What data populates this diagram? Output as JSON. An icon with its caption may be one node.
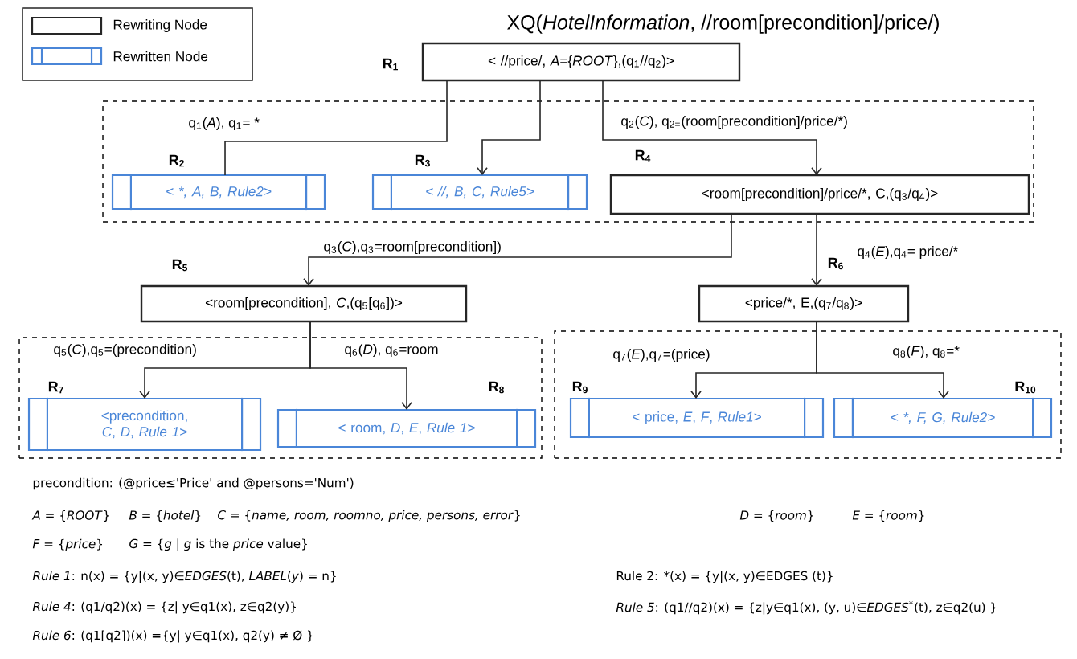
{
  "diagram": {
    "title": "XQ(*HotelInformation*, //room[precondition]/price/)",
    "nodes": [
      {
        "text": [
          "< //price/, *A*={*ROOT*},(q$_{1}$//q$_{2}$)>"
        ],
        "beside": [
          "R$_{1}$"
        ]
      },
      {
        "text": [],
        "shape": "box"
      },
      {
        "text": [
          "< *, A, B, Rule2>"
        ],
        "beside": [
          "R$_{2}$"
        ],
        "in": 1
      },
      {
        "text": [
          "< //, B, C, Rule5>"
        ],
        "beside": [
          "R$_{3}$"
        ],
        "in": 1
      },
      {
        "text": [
          "<room[precondition]/price/*, C,(q$_{3}$/q$_{4}$)>"
        ],
        "beside": [
          "R$_{4}$"
        ],
        "in": 1
      },
      {
        "text": [
          "<room[precondition], *C*,(q$_{5}$[q$_{6}$])>"
        ],
        "beside": [
          "R$_{5}$"
        ]
      },
      {
        "text": [
          "<price/*, E,(q$_{7}$/q$_{8}$)>"
        ],
        "beside": [
          "R$_{6}$"
        ]
      },
      {
        "text": [],
        "shape": "box"
      },
      {
        "text": [
          "<precondition, *C*, *D*, *Rule 1*>"
        ],
        "beside": [
          "R$_{7}$"
        ],
        "in": 7
      },
      {
        "text": [
          "< room, *D*, *E*, *Rule 1*>"
        ],
        "beside": [
          "R$_{8}$"
        ],
        "in": 7
      },
      {
        "text": [],
        "shape": "box"
      },
      {
        "text": [
          "< price, *E*, *F*, *Rule1*>"
        ],
        "beside": [
          "R$_{9}$"
        ],
        "in": 10
      },
      {
        "text": [
          "< *, F, G, Rule2>"
        ],
        "beside": [
          "R$_{10}$"
        ],
        "in": 10
      }
    ],
    "edges": [
      {
        "from": 0,
        "to": 2,
        "arrow": "none",
        "label": "q$_{1}$(*A*),  q$_{1}$= *"
      },
      {
        "from": 0,
        "to": 3,
        "arrow": "to"
      },
      {
        "from": 0,
        "to": 4,
        "arrow": "to",
        "label": "q$_{2}$(*C*), q$_{2=}$(room[precondition]/price/*)"
      },
      {
        "from": 4,
        "to": 5,
        "arrow": "to",
        "label": "q$_{3}$(*C*),q$_{3}$=room[precondition])"
      },
      {
        "from": 4,
        "to": 6,
        "arrow": "to",
        "label": "q$_{4}$(*E*),q$_{4}$= price/*"
      },
      {
        "from": 5,
        "to": 8,
        "arrow": "to",
        "label": "q$_{5}$(*C*),q$_{5}$=(precondition)"
      },
      {
        "from": 5,
        "to": 9,
        "arrow": "to",
        "label": "q$_{6}$(*D*), q$_{6}$=room"
      },
      {
        "from": 6,
        "to": 11,
        "arrow": "to",
        "label": "q$_{7}$(*E*),q$_{7}$=(price)"
      },
      {
        "from": 6,
        "to": 12,
        "arrow": "to",
        "label": "q$_{8}$(*F*), q$_{8}$=*"
      }
    ],
    "labels": [
      "precondition: (@price≤'Price' and @persons='Num')",
      "*A* = {*ROOT*}",
      "*B* = {*hotel*}",
      "*C* = {*name, room, roomno, price, persons, error*}",
      "*D* = {*room*}",
      "*E* = {*room*}",
      "*F* = {*price*}",
      "*G* = {*g* | *g* is the *price* value}",
      "*Rule 1*: n(x) = {y|(x, y)∈*EDGES*(t), *LABEL*(*y*) = n}",
      "Rule 2: *(x) = {y|(x, y)∈EDGES (t)}",
      "*Rule 4*: (q1/q2)(x) = {z| y∈q1(x), z∈q2(y)}",
      "*Rule 5*: (q1//q2)(x) = {z|y∈q1(x), (y, u)∈*EDGES*$^{*}$(t), z∈q2(u) }",
      "*Rule 6*: (q1[q2])(x) ={y| y∈q1(x), q2(y) ≠ Ø }"
    ],
    "legend": [
      {
        "text": "Rewriting Node"
      },
      {
        "text": "Rewritten Node"
      }
    ]
  }
}
